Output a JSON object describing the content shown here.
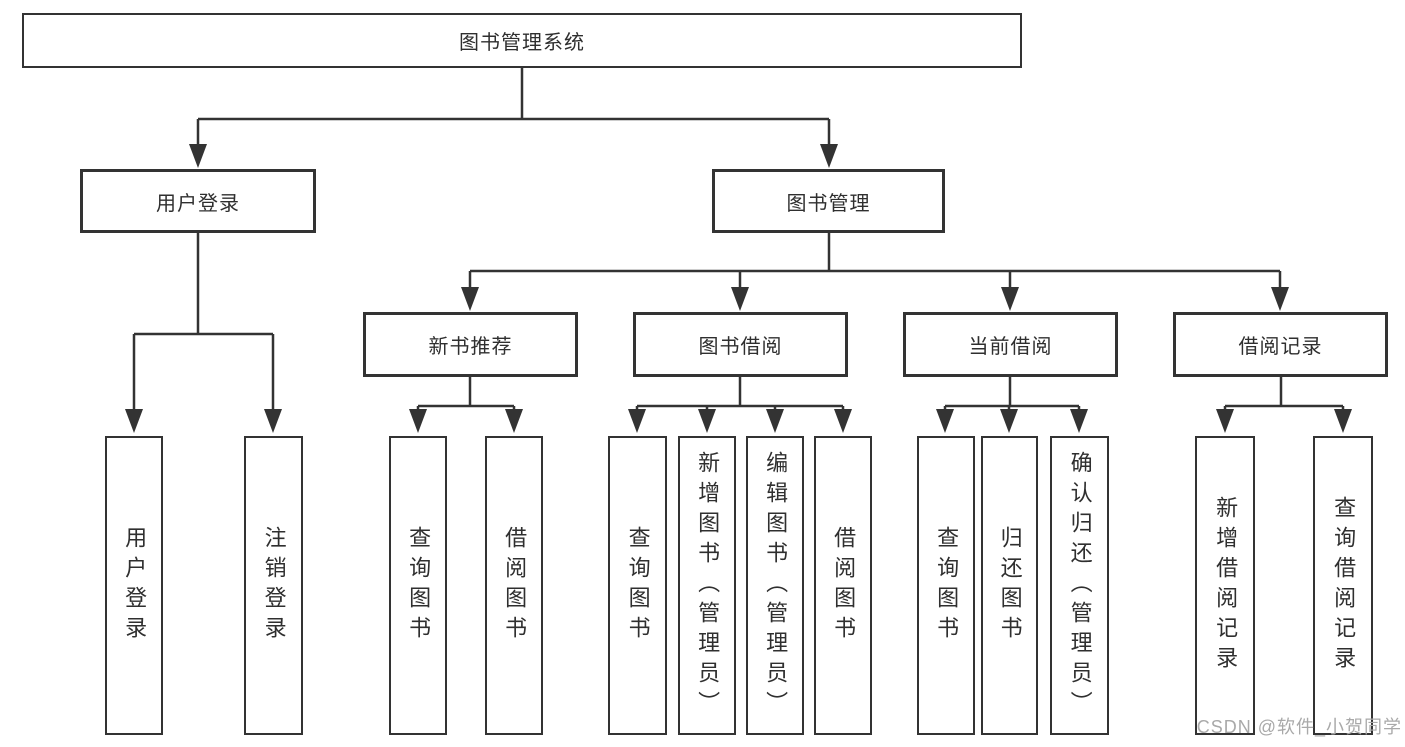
{
  "nodes": {
    "root": "图书管理系统",
    "level2": {
      "user_login": "用户登录",
      "book_management": "图书管理"
    },
    "level3": {
      "new_book_recommend": "新书推荐",
      "book_borrow": "图书借阅",
      "current_borrow": "当前借阅",
      "borrow_record": "借阅记录"
    },
    "leaves": {
      "user_login": "用户登录",
      "logout": "注销登录",
      "query_book_1": "查询图书",
      "borrow_book_1": "借阅图书",
      "query_book_2": "查询图书",
      "add_book": "新增图书（管理员）",
      "edit_book": "编辑图书（管理员）",
      "borrow_book_2": "借阅图书",
      "query_book_3": "查询图书",
      "return_book": "归还图书",
      "confirm_return": "确认归还（管理员）",
      "add_borrow_record": "新增借阅记录",
      "query_borrow_record": "查询借阅记录"
    }
  },
  "watermark": "CSDN @软件_小贺同学",
  "colors": {
    "line": "#333333",
    "box_border": "#333333",
    "box_fill": "#ffffff",
    "text": "#2f2f2f",
    "watermark": "#a9a9a9",
    "background": "#ffffff"
  }
}
